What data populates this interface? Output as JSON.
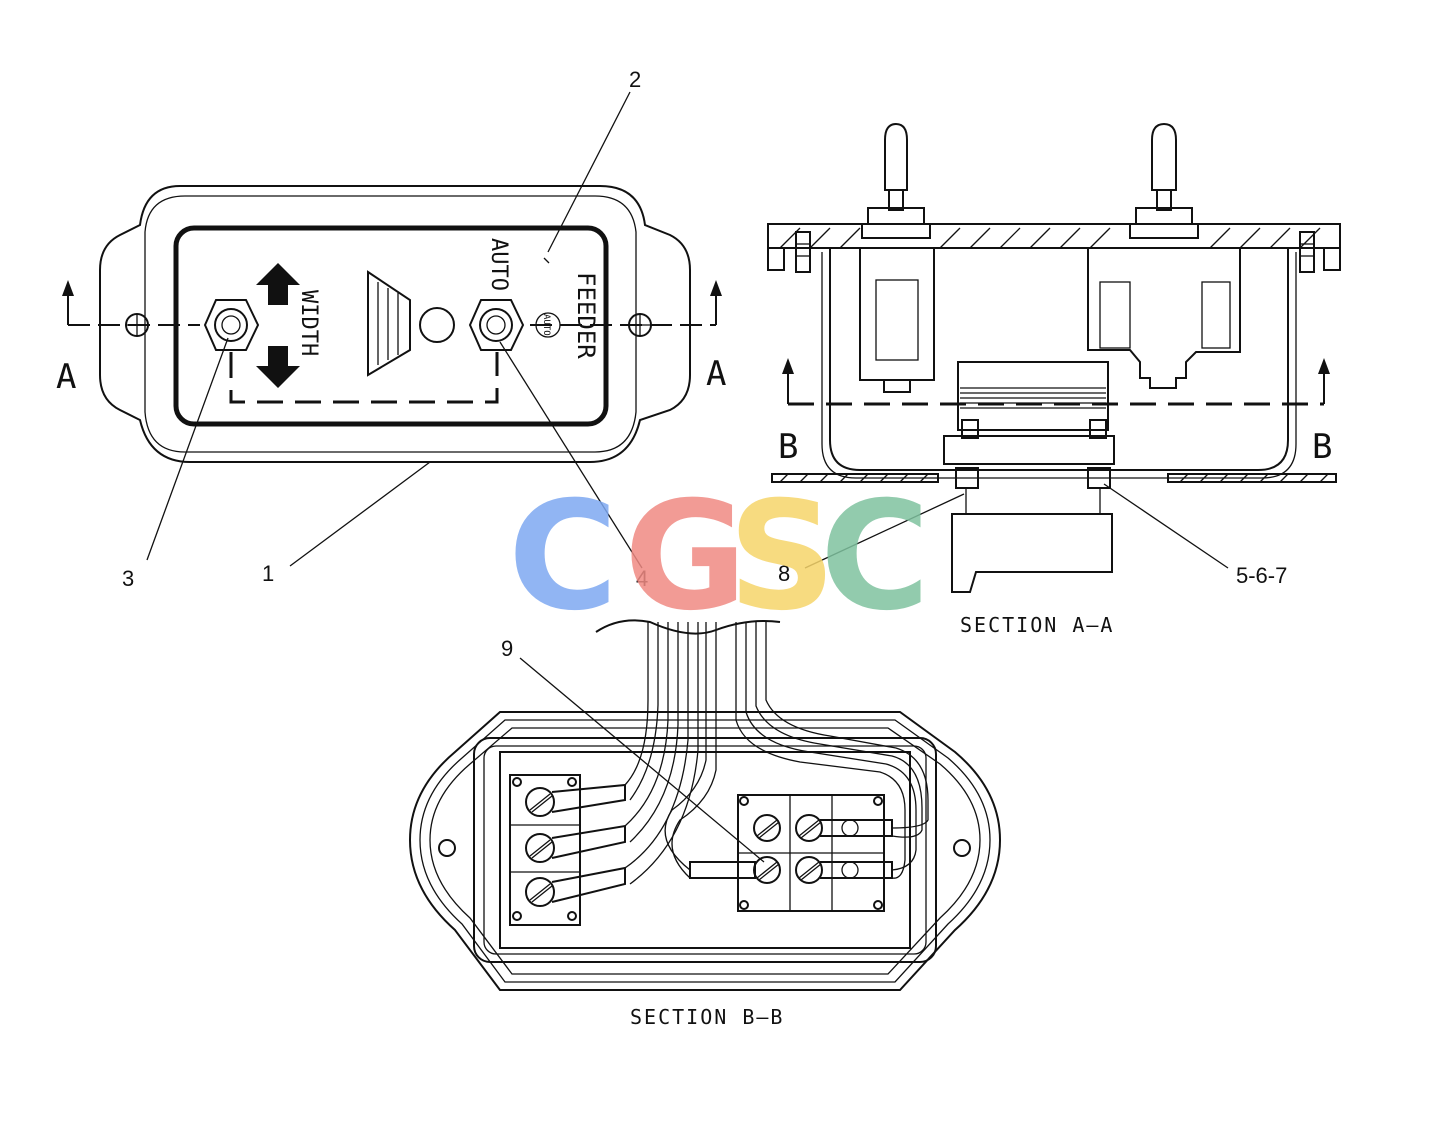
{
  "callouts": {
    "c1": "1",
    "c2": "2",
    "c3": "3",
    "c4": "4",
    "c567": "5-6-7",
    "c8": "8",
    "c9": "9"
  },
  "section_marks": {
    "a_left": "A",
    "a_right": "A",
    "b_left": "B",
    "b_right": "B"
  },
  "section_titles": {
    "aa": "SECTION A–A",
    "bb": "SECTION B–B"
  },
  "panel_labels": {
    "width": "WIDTH",
    "auto": "AUTO",
    "feeder": "FEEDER",
    "auto_small": "AUTO"
  },
  "watermark": {
    "letters": [
      "C",
      "G",
      "S",
      "C"
    ],
    "colors": [
      "#7ea9f2",
      "#f08a83",
      "#f6d56b",
      "#7fc29f"
    ]
  }
}
